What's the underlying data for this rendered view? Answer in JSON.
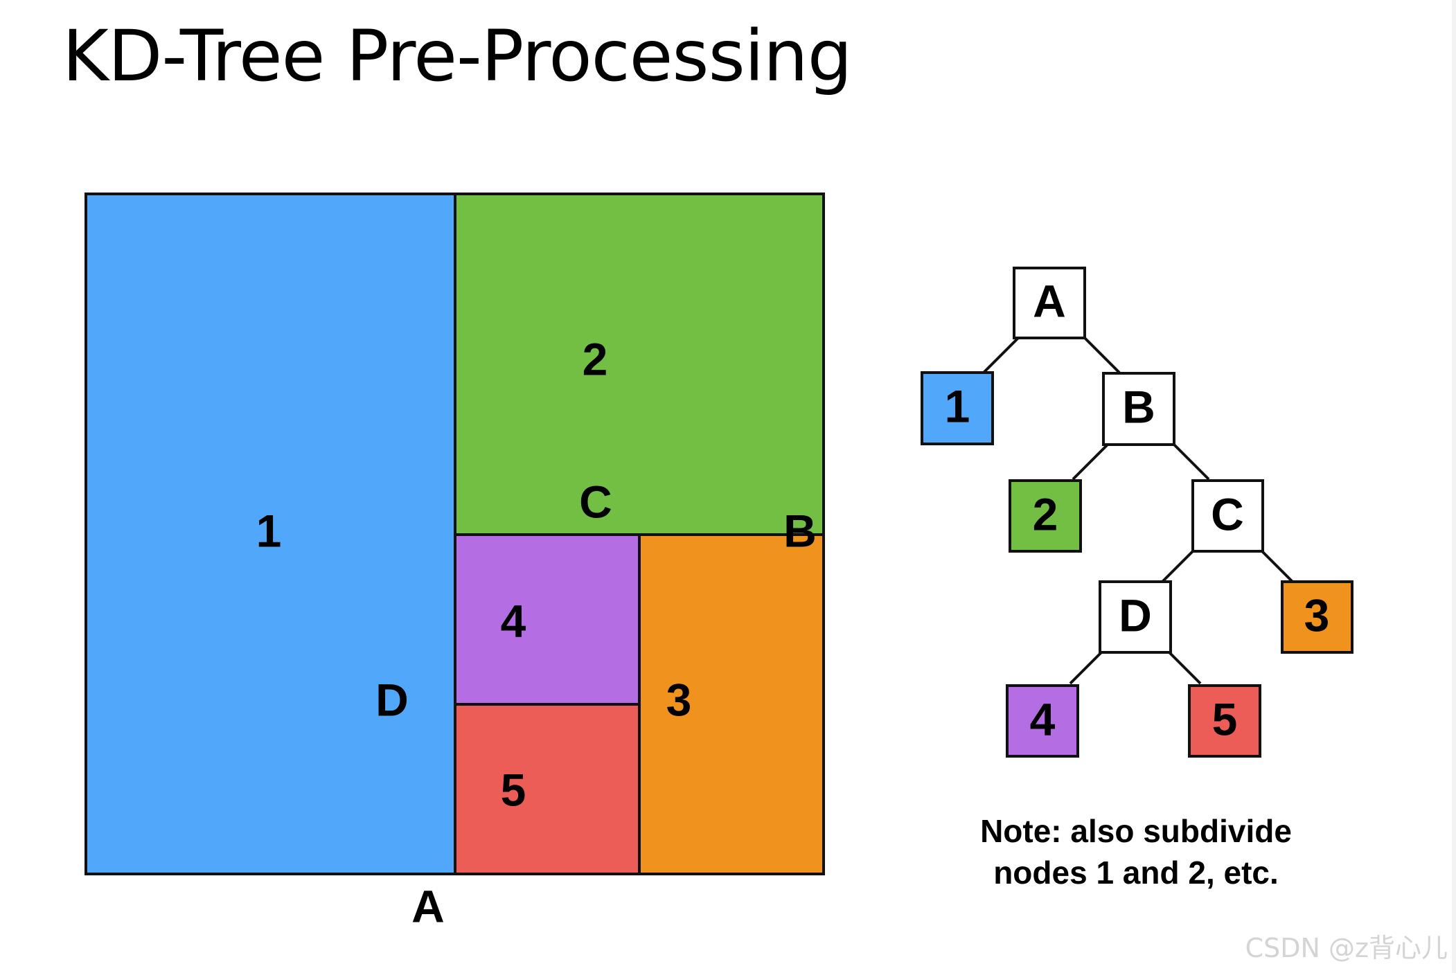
{
  "title": "KD-Tree Pre-Processing",
  "colors": {
    "region_1": "#51a7f9",
    "region_2": "#72bf44",
    "region_3": "#f0921e",
    "region_4": "#b46de2",
    "region_5": "#ec5d57",
    "split_node": "#ffffff",
    "outline": "#111111"
  },
  "partition": {
    "regions": [
      {
        "id": "1",
        "label": "1",
        "color_key": "region_1"
      },
      {
        "id": "2",
        "label": "2",
        "color_key": "region_2"
      },
      {
        "id": "3",
        "label": "3",
        "color_key": "region_3"
      },
      {
        "id": "4",
        "label": "4",
        "color_key": "region_4"
      },
      {
        "id": "5",
        "label": "5",
        "color_key": "region_5"
      }
    ],
    "split_labels": {
      "A": "A",
      "B": "B",
      "C": "C",
      "D": "D"
    }
  },
  "tree": {
    "nodes": [
      {
        "id": "A",
        "label": "A",
        "kind": "split"
      },
      {
        "id": "1",
        "label": "1",
        "kind": "leaf",
        "color_key": "region_1"
      },
      {
        "id": "B",
        "label": "B",
        "kind": "split"
      },
      {
        "id": "2",
        "label": "2",
        "kind": "leaf",
        "color_key": "region_2"
      },
      {
        "id": "C",
        "label": "C",
        "kind": "split"
      },
      {
        "id": "D",
        "label": "D",
        "kind": "split"
      },
      {
        "id": "3",
        "label": "3",
        "kind": "leaf",
        "color_key": "region_3"
      },
      {
        "id": "4",
        "label": "4",
        "kind": "leaf",
        "color_key": "region_4"
      },
      {
        "id": "5",
        "label": "5",
        "kind": "leaf",
        "color_key": "region_5"
      }
    ],
    "edges": [
      [
        "A",
        "1"
      ],
      [
        "A",
        "B"
      ],
      [
        "B",
        "2"
      ],
      [
        "B",
        "C"
      ],
      [
        "C",
        "D"
      ],
      [
        "C",
        "3"
      ],
      [
        "D",
        "4"
      ],
      [
        "D",
        "5"
      ]
    ]
  },
  "note": {
    "line1": "Note: also subdivide",
    "line2": "nodes 1 and 2, etc."
  },
  "watermark": "CSDN @z背心儿"
}
